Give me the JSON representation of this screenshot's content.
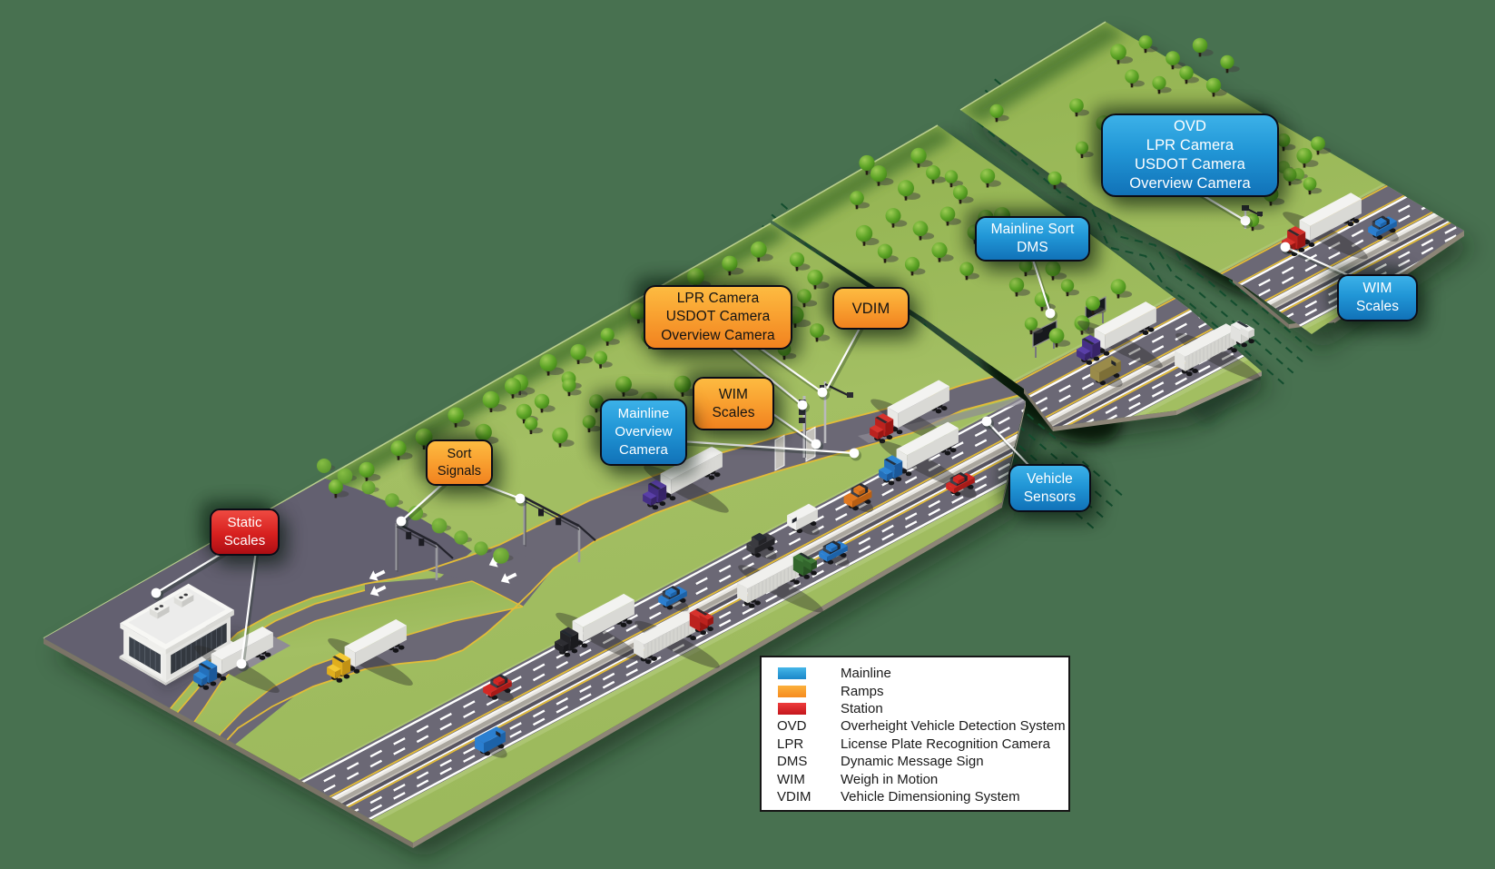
{
  "figure": {
    "description": "Isometric illustration of a commercial vehicle weigh station with mainline, ramps and station screening technology"
  },
  "colors": {
    "background": "#487150",
    "mainline_accent": "#29abe2",
    "ramps_accent": "#f7941e",
    "station_accent": "#ed1c24"
  },
  "callouts": {
    "ovd_group": {
      "text": "OVD\nLPR Camera\nUSDOT Camera\nOverview Camera",
      "category": "mainline"
    },
    "mainline_sort_dms": {
      "text": "Mainline Sort\nDMS",
      "category": "mainline"
    },
    "wim_scales_mainline": {
      "text": "WIM\nScales",
      "category": "mainline"
    },
    "lpr_group": {
      "text": "LPR Camera\nUSDOT Camera\nOverview Camera",
      "category": "ramps"
    },
    "vdim": {
      "text": "VDIM",
      "category": "ramps"
    },
    "wim_scales_ramp": {
      "text": "WIM\nScales",
      "category": "ramps"
    },
    "mainline_overview_camera": {
      "text": "Mainline\nOverview\nCamera",
      "category": "mainline"
    },
    "sort_signals": {
      "text": "Sort\nSignals",
      "category": "ramps"
    },
    "static_scales": {
      "text": "Static\nScales",
      "category": "station"
    },
    "vehicle_sensors": {
      "text": "Vehicle\nSensors",
      "category": "mainline"
    }
  },
  "legend": {
    "swatches": [
      {
        "label": "Mainline",
        "color": "#29abe2"
      },
      {
        "label": "Ramps",
        "color": "#f7941e"
      },
      {
        "label": "Station",
        "color": "#ed1c24"
      }
    ],
    "abbreviations": [
      {
        "abbr": "OVD",
        "term": "Overheight Vehicle Detection System"
      },
      {
        "abbr": "LPR",
        "term": "License Plate Recognition Camera"
      },
      {
        "abbr": "DMS",
        "term": "Dynamic Message Sign"
      },
      {
        "abbr": "WIM",
        "term": "Weigh in Motion"
      },
      {
        "abbr": "VDIM",
        "term": " Vehicle Dimensioning System"
      }
    ]
  }
}
